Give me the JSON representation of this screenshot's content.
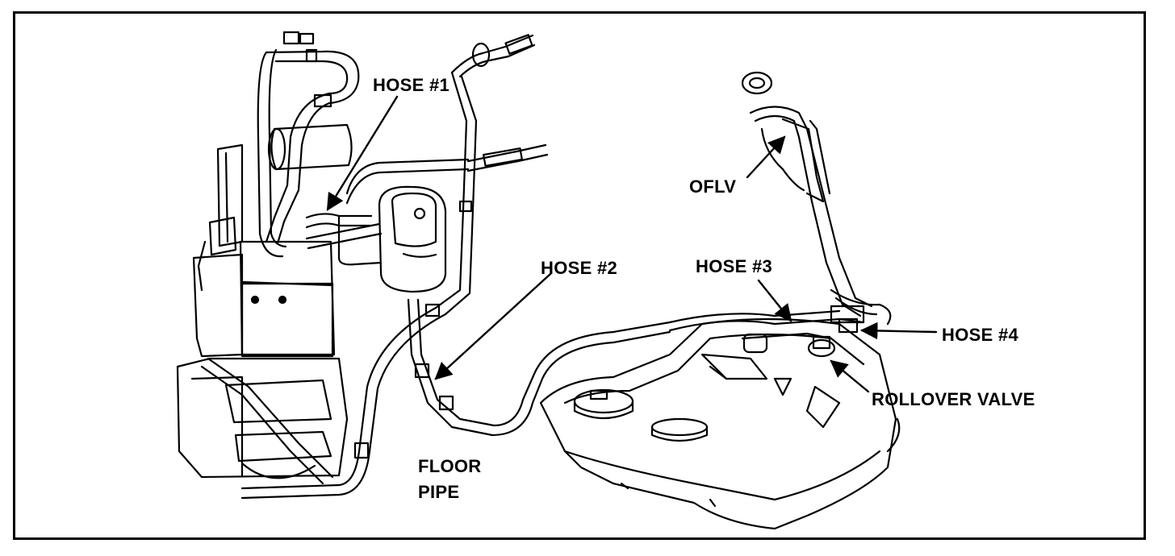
{
  "labels": {
    "hose1": "HOSE #1",
    "hose2": "HOSE #2",
    "hose3": "HOSE #3",
    "hose4": "HOSE #4",
    "oflv": "OFLV",
    "rollover_valve": "ROLLOVER VALVE",
    "floor_pipe_line1": "FLOOR",
    "floor_pipe_line2": "PIPE"
  },
  "colors": {
    "ink": "#000000",
    "paper": "#ffffff"
  }
}
